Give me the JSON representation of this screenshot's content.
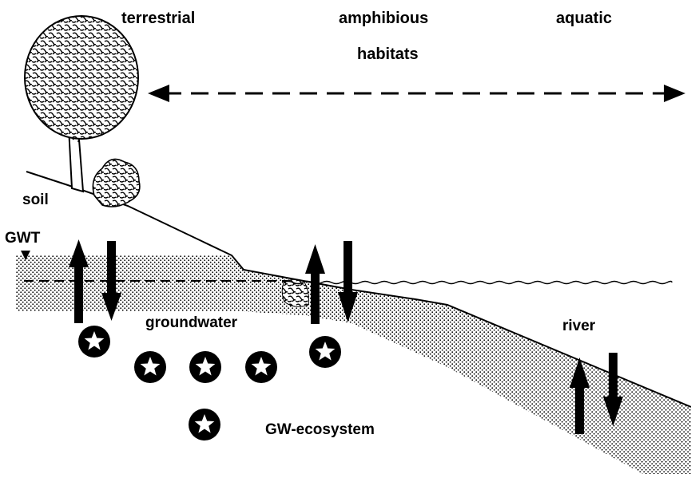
{
  "header": {
    "terrestrial": "terrestrial",
    "amphibious": "amphibious",
    "aquatic": "aquatic",
    "habitats": "habitats"
  },
  "labels": {
    "soil": "soil",
    "gwt": "GWT",
    "groundwater": "groundwater",
    "river": "river",
    "gw_ecosystem": "GW-ecosystem"
  },
  "icons": {
    "star": "star-in-circle-icon",
    "arrow_up": "arrow-up-icon",
    "arrow_down": "arrow-down-icon",
    "tree": "tree-icon",
    "shrub": "shrub-icon"
  },
  "colors": {
    "ink": "#000000",
    "paper": "#ffffff"
  }
}
